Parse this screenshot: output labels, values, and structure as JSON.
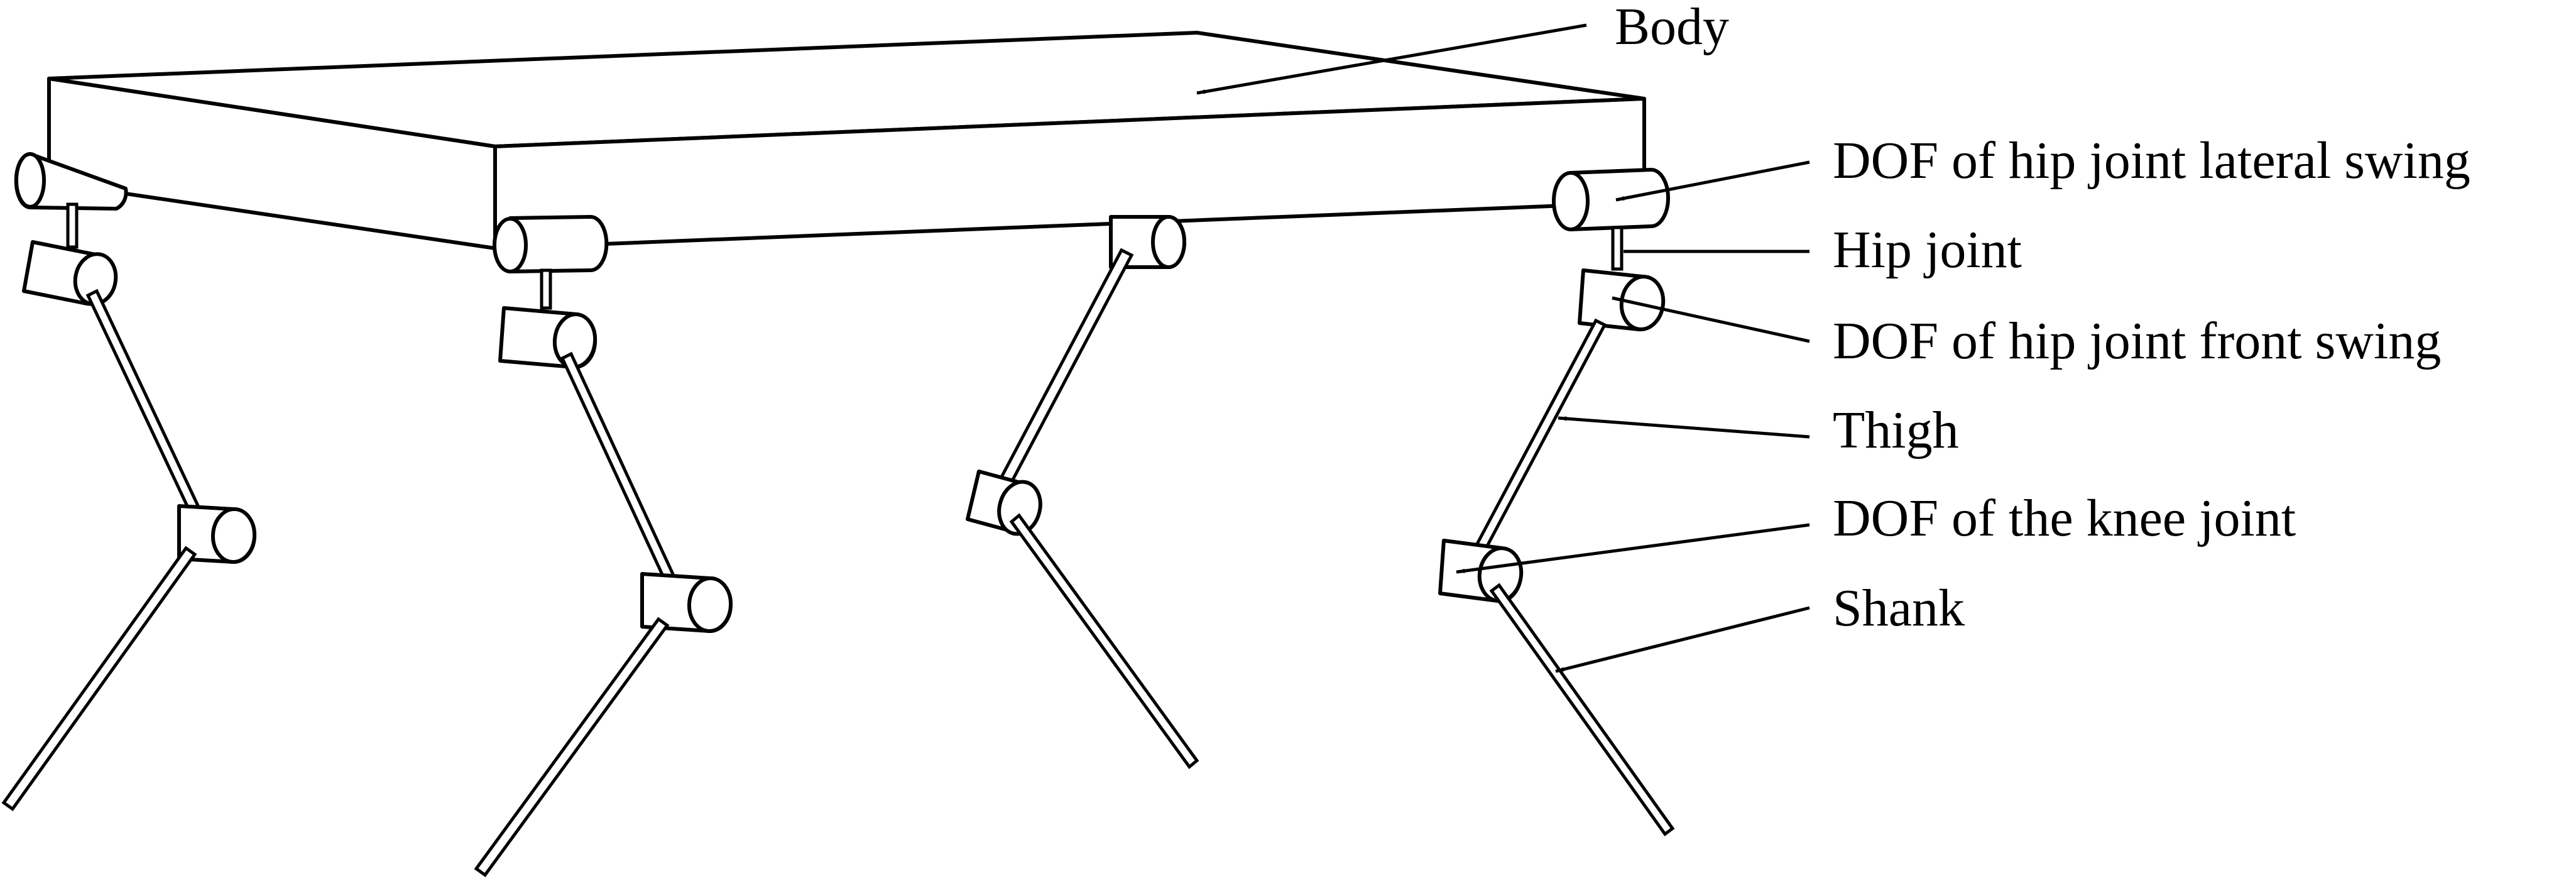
{
  "labels": {
    "body": "Body",
    "hip_lateral": "DOF of hip joint lateral swing",
    "hip_joint": "Hip joint",
    "hip_front": "DOF of hip joint front swing",
    "thigh": "Thigh",
    "knee": "DOF of the knee joint",
    "shank": "Shank"
  }
}
